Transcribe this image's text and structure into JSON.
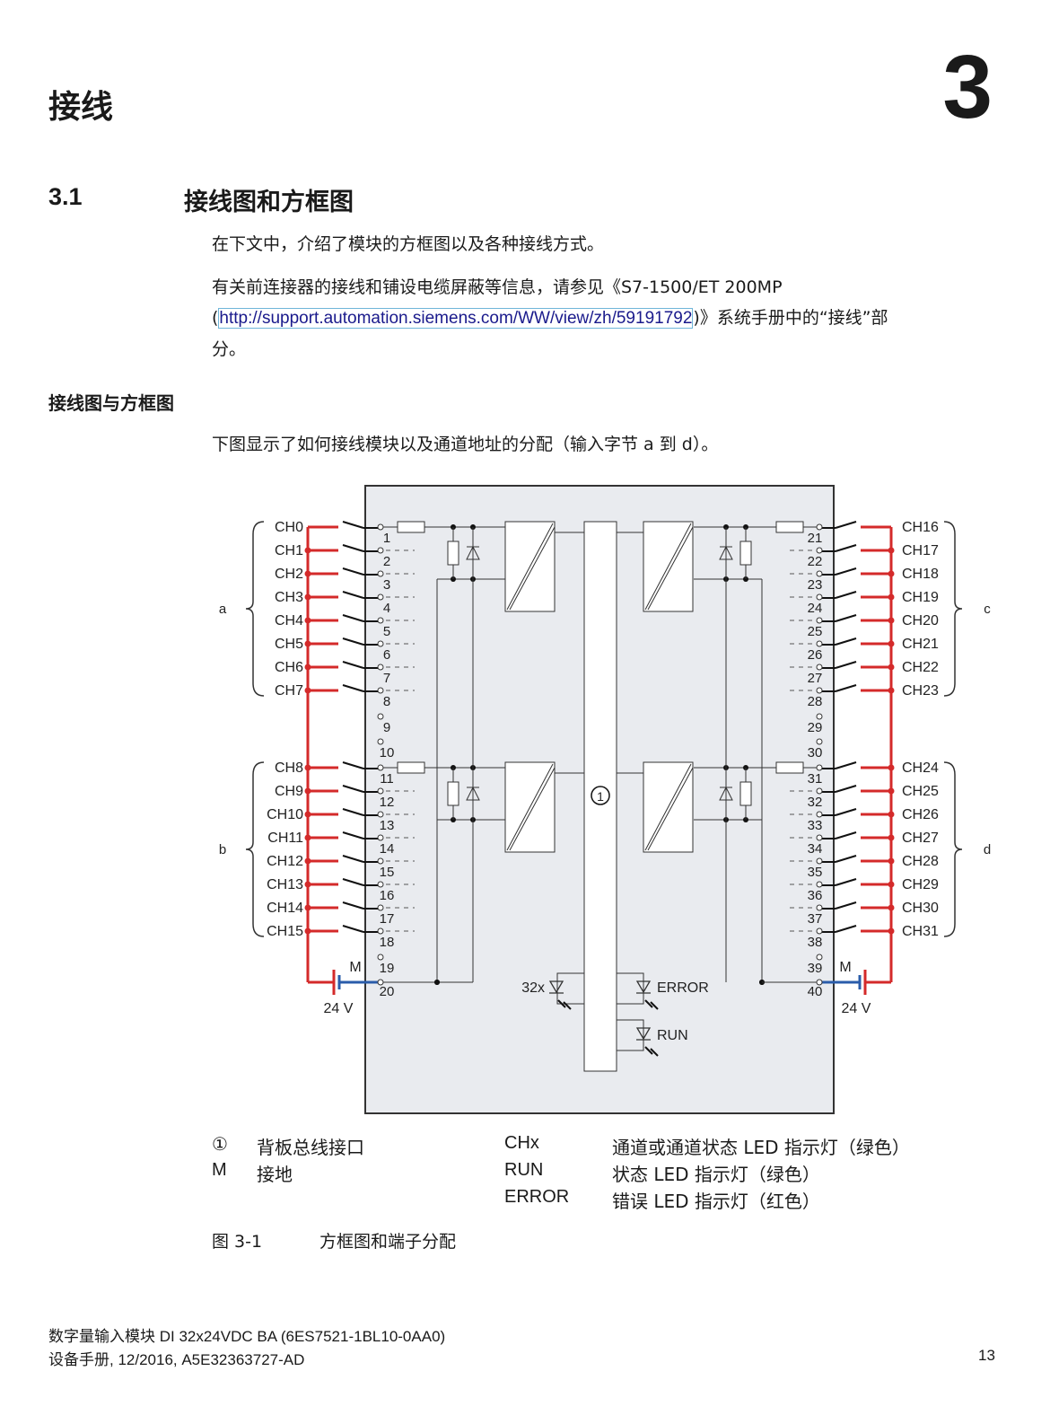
{
  "chapter": {
    "title": "接线",
    "number": "3"
  },
  "section": {
    "number": "3.1",
    "title": "接线图和方框图"
  },
  "intro": "在下文中，介绍了模块的方框图以及各种接线方式。",
  "ref": {
    "before": "有关前连接器的接线和铺设电缆屏蔽等信息，请参见《S7-1500/ET 200MP",
    "open": "(",
    "link": "http://support.automation.siemens.com/WW/view/zh/59191792",
    "after": ")》系统手册中的“接线”部",
    "tail": "分。"
  },
  "subheading": "接线图与方框图",
  "figure_intro": "下图显示了如何接线模块以及通道地址的分配（输入字节 a 到 d）。",
  "diagram": {
    "left_channels": [
      "CH0",
      "CH1",
      "CH2",
      "CH3",
      "CH4",
      "CH5",
      "CH6",
      "CH7",
      "CH8",
      "CH9",
      "CH10",
      "CH11",
      "CH12",
      "CH13",
      "CH14",
      "CH15"
    ],
    "right_channels": [
      "CH16",
      "CH17",
      "CH18",
      "CH19",
      "CH20",
      "CH21",
      "CH22",
      "CH23",
      "CH24",
      "CH25",
      "CH26",
      "CH27",
      "CH28",
      "CH29",
      "CH30",
      "CH31"
    ],
    "left_terminals": [
      "1",
      "2",
      "3",
      "4",
      "5",
      "6",
      "7",
      "8",
      "9",
      "10",
      "11",
      "12",
      "13",
      "14",
      "15",
      "16",
      "17",
      "18",
      "19",
      "20"
    ],
    "right_terminals": [
      "21",
      "22",
      "23",
      "24",
      "25",
      "26",
      "27",
      "28",
      "29",
      "30",
      "31",
      "32",
      "33",
      "34",
      "35",
      "36",
      "37",
      "38",
      "39",
      "40"
    ],
    "groups": [
      "a",
      "b",
      "c",
      "d"
    ],
    "ground_label": "M",
    "supply_label": "24 V",
    "led_count": "32x",
    "error_label": "ERROR",
    "run_label": "RUN",
    "backplane_marker": "①",
    "colors": {
      "supply": "#d42a2a",
      "ground": "#2a5caa",
      "module": "#e9ebef"
    }
  },
  "legend": [
    {
      "key": "①",
      "text": "背板总线接口"
    },
    {
      "key": "M",
      "text": "接地"
    },
    {
      "key": "CHx",
      "text": "通道或通道状态 LED 指示灯（绿色）"
    },
    {
      "key": "RUN",
      "text": "状态 LED 指示灯（绿色）"
    },
    {
      "key": "ERROR",
      "text": "错误 LED 指示灯（红色）"
    }
  ],
  "caption": {
    "label": "图 3-1",
    "text": "方框图和端子分配"
  },
  "footer": {
    "line1": "数字量输入模块 DI 32x24VDC BA (6ES7521-1BL10-0AA0)",
    "line2": "设备手册, 12/2016, A5E32363727-AD",
    "page": "13"
  }
}
